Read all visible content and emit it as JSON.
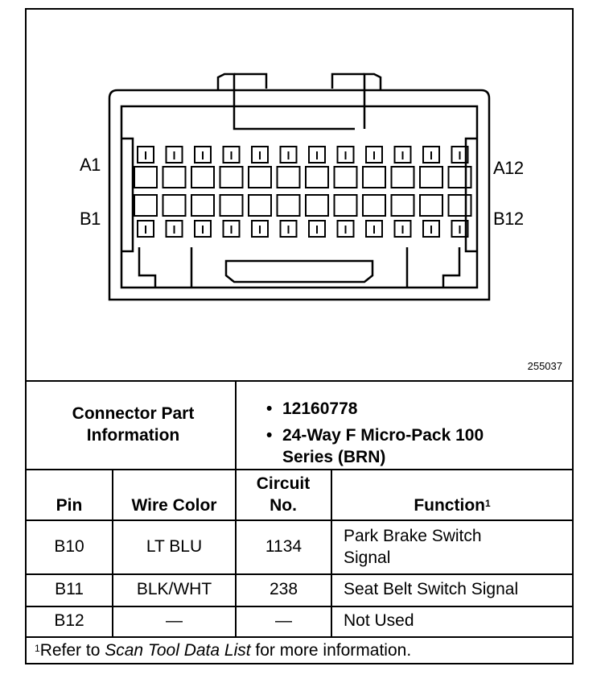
{
  "diagram": {
    "label_a1": "A1",
    "label_a12": "A12",
    "label_b1": "B1",
    "label_b12": "B12",
    "figure_number": "255037"
  },
  "connector_info": {
    "heading": "Connector Part Information",
    "bullets": [
      "12160778",
      "24-Way F Micro-Pack 100 Series (BRN)"
    ]
  },
  "table": {
    "headers": {
      "pin": "Pin",
      "wire_color": "Wire Color",
      "circuit_no": "Circuit No.",
      "function": "Function",
      "function_footnote_mark": "1"
    },
    "rows": [
      {
        "pin": "B10",
        "wire_color": "LT BLU",
        "circuit_no": "1134",
        "function": "Park Brake Switch Signal"
      },
      {
        "pin": "B11",
        "wire_color": "BLK/WHT",
        "circuit_no": "238",
        "function": "Seat Belt Switch Signal"
      },
      {
        "pin": "B12",
        "wire_color": "—",
        "circuit_no": "—",
        "function": "Not Used"
      }
    ]
  },
  "footnote": {
    "mark": "1",
    "text_before": "Refer to ",
    "text_italic": "Scan Tool Data List",
    "text_after": " for more information."
  }
}
